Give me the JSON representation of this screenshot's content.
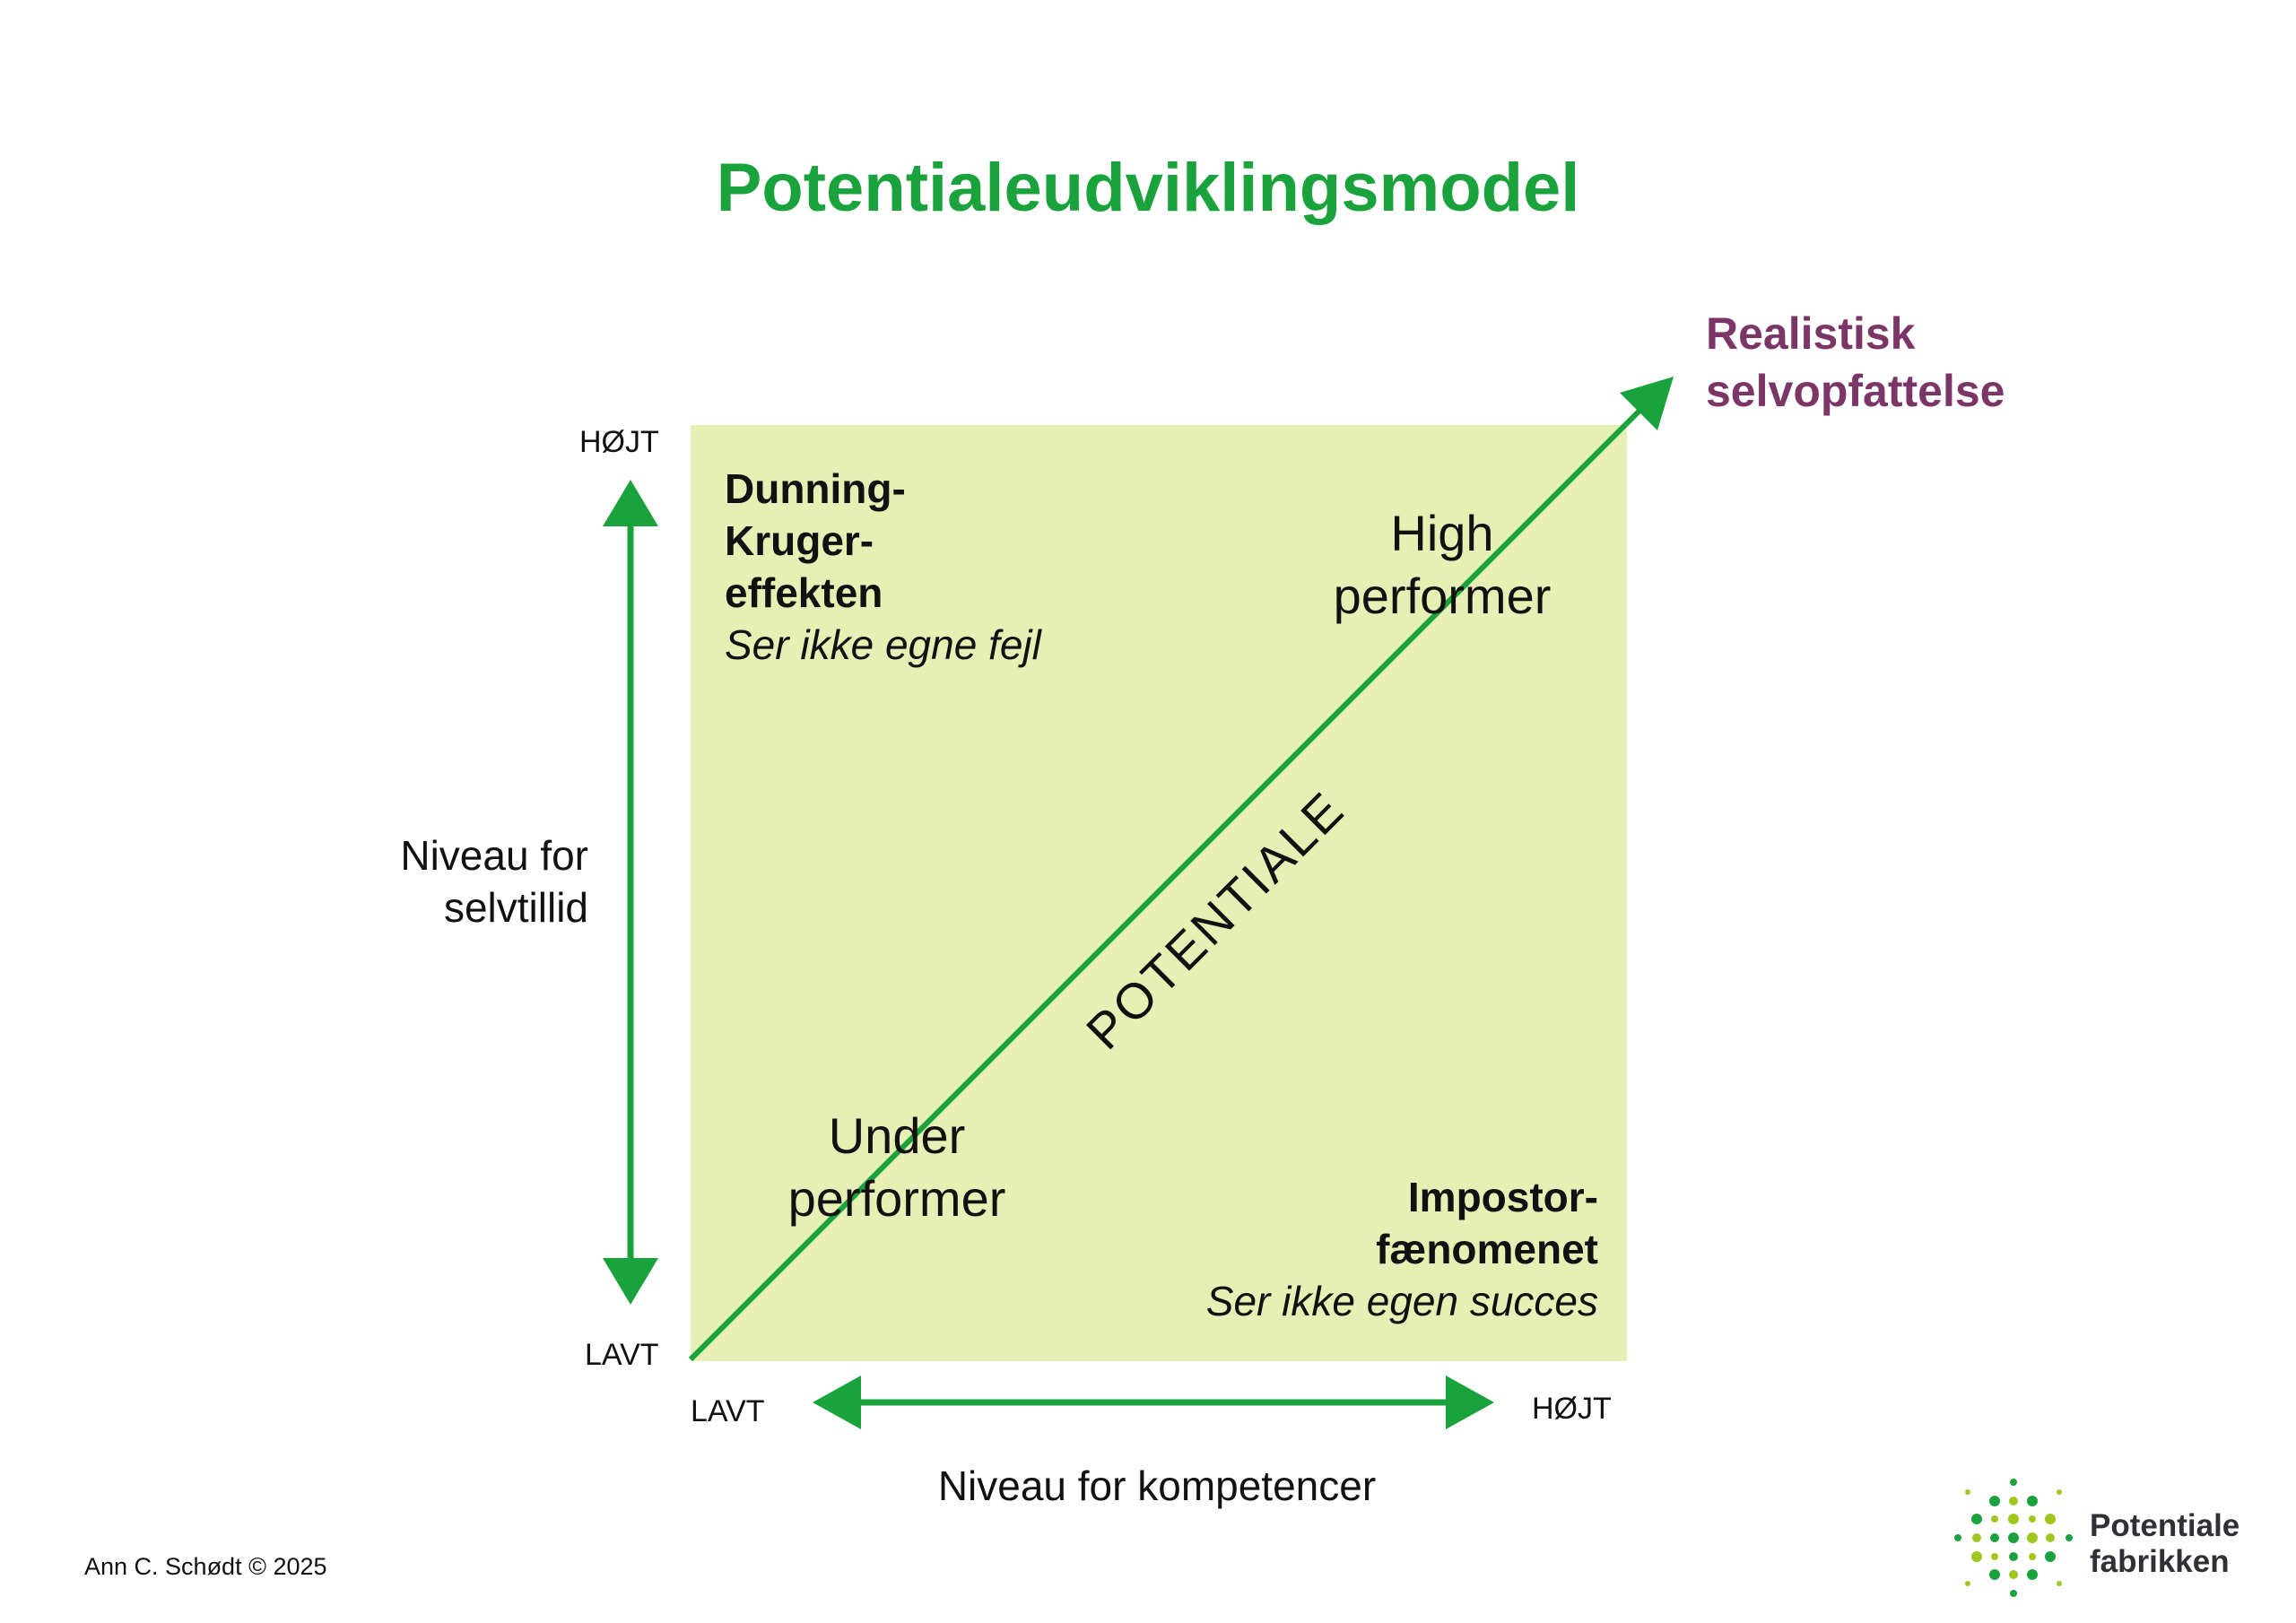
{
  "title": "Potentialeudviklingsmodel",
  "colors": {
    "accent": "#1aa33c",
    "square": "#e6efb4",
    "realistic": "#7b3567"
  },
  "y_axis": {
    "high": "HØJT",
    "low": "LAVT",
    "label_line1": "Niveau for",
    "label_line2": "selvtillid"
  },
  "x_axis": {
    "low": "LAVT",
    "high": "HØJT",
    "label": "Niveau for kompetencer"
  },
  "diagonal": {
    "label": "POTENTIALE",
    "end_line1": "Realistisk",
    "end_line2": "selvopfattelse"
  },
  "quadrants": {
    "top_left": {
      "line1": "Dunning-",
      "line2": "Kruger-",
      "line3": "effekten",
      "italic": "Ser ikke egne fejl"
    },
    "top_right": {
      "line1": "High",
      "line2": "performer"
    },
    "bottom_left": {
      "line1": "Under",
      "line2": "performer"
    },
    "bottom_right": {
      "line1": "Impostor-",
      "line2": "fænomenet",
      "italic": "Ser ikke egen succes"
    }
  },
  "footer": {
    "copyright": "Ann C. Schødt © 2025",
    "logo_line1": "Potentiale",
    "logo_line2": "fabrikken",
    "logo_icon": "dot-burst-icon"
  }
}
